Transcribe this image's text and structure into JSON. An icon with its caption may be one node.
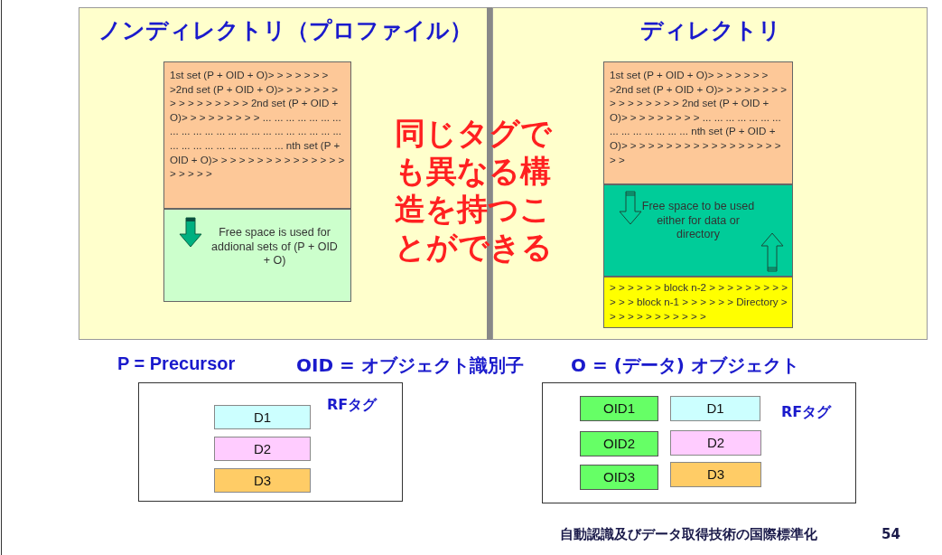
{
  "diagram": {
    "nodes": [
      {
        "text": [
          "ノンディレクトリ（プロファイル）"
        ]
      },
      {
        "text": [
          "1st set (P + OID + O)> > > > > > > >2nd set (P + OID + O)> > > > > > > > > > > > > > > > 2nd set (P + OID + O)> > > > > > > > > ... ... ... ... ... ... ... ... ... ... ... ... ... ... ... ... ... ... ... ... ... ... ... ... ... ... ... ... ... ... ... ... nth set (P + OID + O)> > > > > > > > > > > > > > > > > > > >"
        ],
        "in": 0
      },
      {
        "text": [
          "Free space is used for addional sets of (P + OID + O)"
        ],
        "in": 0
      },
      {
        "text": [
          "ディレクトリ"
        ]
      },
      {
        "text": [
          "1st set (P + OID + O)> > > > > > > >2nd set (P + OID + O)> > > > > > > > > > > > > > > > 2nd set (P + OID + O)> > > > > > > > > ... ... ... ... ... ... ... ... ... ... ... ... ... ... nth set (P + OID + O)> > > > > > > > > > > > > > > > > > > >"
        ],
        "in": 3
      },
      {
        "text": [
          "Free space to be used either for data or directory"
        ],
        "in": 3
      },
      {
        "text": [
          "> > > > > > block n-2 > > > > > > > > > > > > block n-1 > > > > > > Directory > > > > > > > > > > > >"
        ],
        "in": 3
      },
      {
        "text": [
          "RFタグ"
        ]
      },
      {
        "text": [
          "D1"
        ],
        "in": 7
      },
      {
        "text": [
          "D2"
        ],
        "in": 7
      },
      {
        "text": [
          "D3"
        ],
        "in": 7
      },
      {
        "text": [
          "RFタグ"
        ]
      },
      {
        "text": [
          "OID1"
        ],
        "in": 11
      },
      {
        "text": [
          "D1"
        ],
        "in": 11
      },
      {
        "text": [
          "OID2"
        ],
        "in": 11
      },
      {
        "text": [
          "D2"
        ],
        "in": 11
      },
      {
        "text": [
          "OID3"
        ],
        "in": 11
      },
      {
        "text": [
          "D3"
        ],
        "in": 11
      }
    ],
    "edges": [],
    "labels": [
      "同じタグでも異なる構造を持つことができる",
      "P = Precursor",
      "OID = オブジェクト識別子",
      "O = (データ) オブジェクト",
      "自動認識及びデータ取得技術の国際標準化",
      "54"
    ]
  }
}
